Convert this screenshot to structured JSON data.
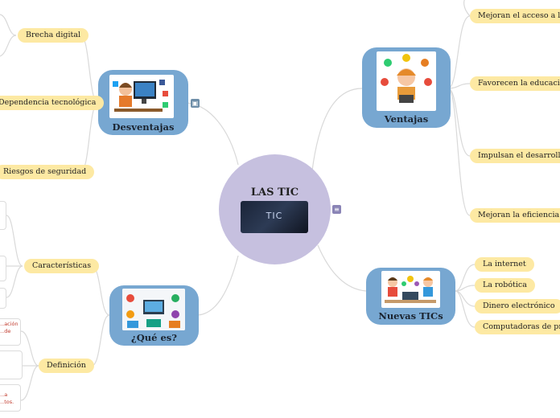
{
  "center": {
    "title": "LAS TIC",
    "image_caption": "TIC"
  },
  "nodes": {
    "desventajas": "Desventajas",
    "ventajas": "Ventajas",
    "que_es": "¿Qué es?",
    "nuevas": "Nuevas TICs"
  },
  "desventajas_items": [
    "Brecha digital",
    "Dependencia tecnológica",
    "Riesgos de seguridad"
  ],
  "ventajas_items": [
    "Mejoran el acceso a la información",
    "Favorecen la educación",
    "Impulsan el desarrollo económico",
    "Mejoran la eficiencia y productividad"
  ],
  "nuevas_items": [
    "La internet",
    "La robótica",
    "Dinero electrónico",
    "Computadoras de propósito específico"
  ],
  "que_es_items": [
    "Características",
    "Definición"
  ],
  "definicion_cards": [
    "...ación ...de",
    "",
    "...a ...tos."
  ],
  "icons": {
    "desventajas_icon": "image-icon",
    "center_icon": "notes-icon"
  },
  "colors": {
    "node": "#77a7d1",
    "center": "#c6c0df",
    "pill": "#fde9a3",
    "link": "#d9d9d9"
  }
}
